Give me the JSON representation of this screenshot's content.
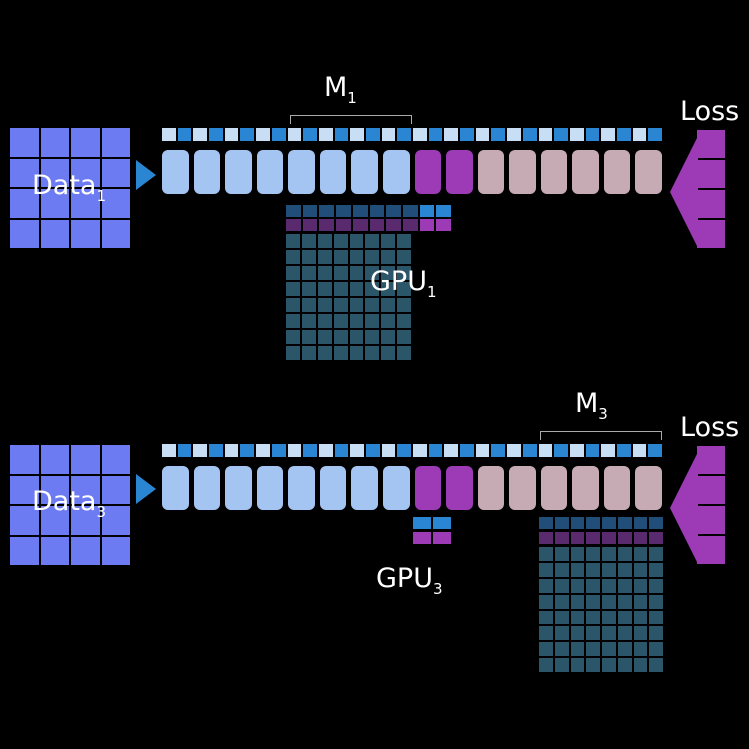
{
  "panels": [
    {
      "data_label": "Data",
      "data_sub": "1",
      "model_label": "M",
      "model_sub": "1",
      "loss_label": "Loss",
      "gpu_label": "GPU",
      "gpu_sub": "1"
    },
    {
      "data_label": "Data",
      "data_sub": "3",
      "model_label": "M",
      "model_sub": "3",
      "loss_label": "Loss",
      "gpu_label": "GPU",
      "gpu_sub": "3"
    }
  ],
  "colors": {
    "data": "#6d7bf2",
    "layer_light": "#a4c4f2",
    "layer_purple": "#9d3ab5",
    "layer_pink": "#c6aab4",
    "strip_blue": "#2a85d3",
    "strip_pale": "#c8def5",
    "memory": "#2b5568",
    "arrow": "#2a85d3"
  }
}
